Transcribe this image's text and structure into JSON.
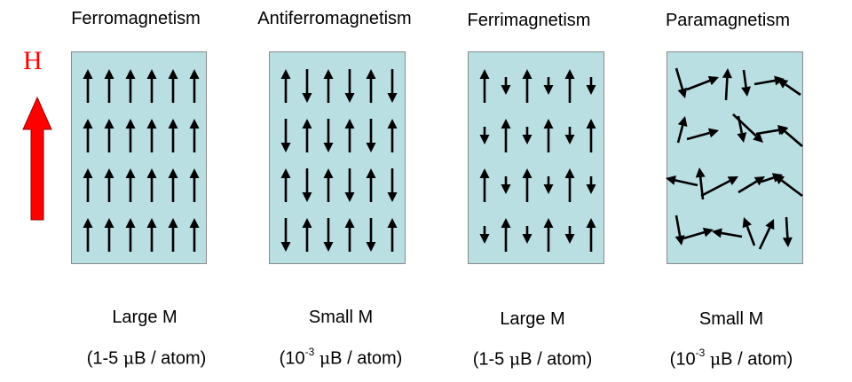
{
  "field": {
    "label": "H",
    "color": "#ff0000"
  },
  "colors": {
    "panel": "#b9dfe3",
    "arrow": "#000000",
    "field_arrow": "#ff0000"
  },
  "panels": [
    {
      "title": "Ferromagnetism",
      "magnitude": "Large M",
      "moment_prefix": "(1-5 ",
      "moment_exp": "",
      "mu": "μ",
      "moment_suffix": "B / atom)",
      "arrangement": "all-up"
    },
    {
      "title": "Antiferromagnetism",
      "magnitude": "Small M",
      "moment_prefix": "(10",
      "moment_exp": "-3",
      "mu": "μ",
      "moment_suffix": "B / atom)",
      "arrangement": "alternating-equal"
    },
    {
      "title": "Ferrimagnetism",
      "magnitude": "Large M",
      "moment_prefix": "(1-5 ",
      "moment_exp": "",
      "mu": "μ",
      "moment_suffix": "B / atom)",
      "arrangement": "alternating-unequal"
    },
    {
      "title": "Paramagnetism",
      "magnitude": "Small M",
      "moment_prefix": "(10",
      "moment_exp": "-3",
      "mu": "μ",
      "moment_suffix": "B / atom)",
      "arrangement": "random"
    }
  ]
}
